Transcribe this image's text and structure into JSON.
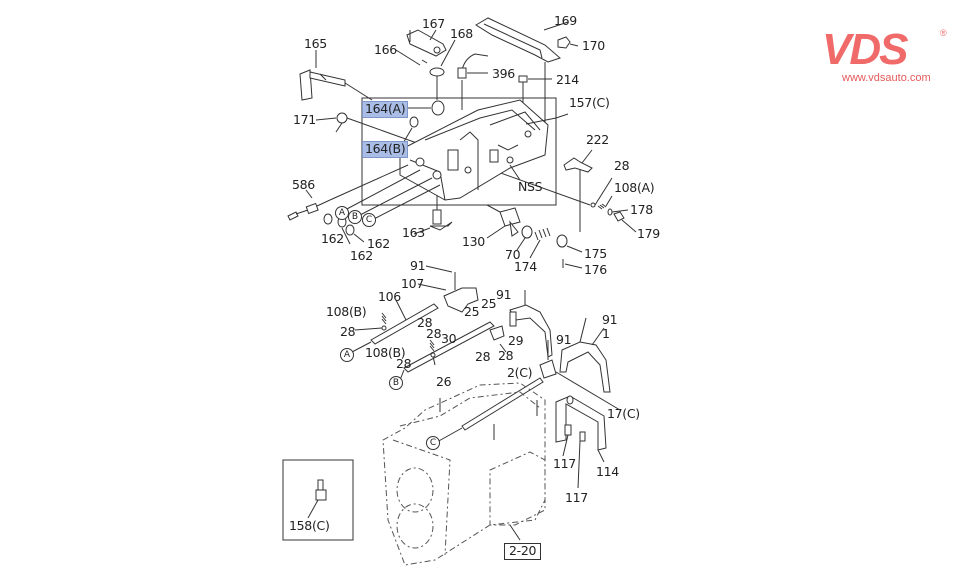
{
  "logo": {
    "brand": "VDS",
    "registered": "®",
    "url": "www.vdsauto.com",
    "color": "#f06a6a"
  },
  "diagram": {
    "title_ref": "2-20",
    "highlight_color": "#a9bde6",
    "labels": [
      {
        "id": "p167",
        "text": "167"
      },
      {
        "id": "p169",
        "text": "169"
      },
      {
        "id": "p165",
        "text": "165"
      },
      {
        "id": "p166",
        "text": "166"
      },
      {
        "id": "p168",
        "text": "168"
      },
      {
        "id": "p170",
        "text": "170"
      },
      {
        "id": "p396",
        "text": "396"
      },
      {
        "id": "p214",
        "text": "214"
      },
      {
        "id": "p164a",
        "text": "164(A)",
        "highlighted": true
      },
      {
        "id": "p157c",
        "text": "157(C)"
      },
      {
        "id": "p171",
        "text": "171"
      },
      {
        "id": "p164b",
        "text": "164(B)",
        "highlighted": true
      },
      {
        "id": "p222",
        "text": "222"
      },
      {
        "id": "p28a",
        "text": "28"
      },
      {
        "id": "p108a",
        "text": "108(A)"
      },
      {
        "id": "pnss",
        "text": "NSS"
      },
      {
        "id": "p178",
        "text": "178"
      },
      {
        "id": "p586",
        "text": "586"
      },
      {
        "id": "p179",
        "text": "179"
      },
      {
        "id": "p163",
        "text": "163"
      },
      {
        "id": "p130",
        "text": "130"
      },
      {
        "id": "p162a",
        "text": "162"
      },
      {
        "id": "p162b",
        "text": "162"
      },
      {
        "id": "p162c",
        "text": "162"
      },
      {
        "id": "p70",
        "text": "70"
      },
      {
        "id": "p175",
        "text": "175"
      },
      {
        "id": "p174",
        "text": "174"
      },
      {
        "id": "p176",
        "text": "176"
      },
      {
        "id": "p91a",
        "text": "91"
      },
      {
        "id": "p107",
        "text": "107"
      },
      {
        "id": "p91b",
        "text": "91"
      },
      {
        "id": "p106",
        "text": "106"
      },
      {
        "id": "p25a",
        "text": "25"
      },
      {
        "id": "p108b1",
        "text": "108(B)"
      },
      {
        "id": "p25b",
        "text": "25"
      },
      {
        "id": "p91c",
        "text": "91"
      },
      {
        "id": "p28b",
        "text": "28"
      },
      {
        "id": "p28c",
        "text": "28"
      },
      {
        "id": "p28d",
        "text": "28"
      },
      {
        "id": "p30",
        "text": "30"
      },
      {
        "id": "p1",
        "text": "1"
      },
      {
        "id": "p91d",
        "text": "91"
      },
      {
        "id": "p29",
        "text": "29"
      },
      {
        "id": "p108b2",
        "text": "108(B)"
      },
      {
        "id": "p28e",
        "text": "28"
      },
      {
        "id": "p28f",
        "text": "28"
      },
      {
        "id": "p28g",
        "text": "28"
      },
      {
        "id": "p26",
        "text": "26"
      },
      {
        "id": "p2c",
        "text": "2(C)"
      },
      {
        "id": "p17c",
        "text": "17(C)"
      },
      {
        "id": "p117a",
        "text": "117"
      },
      {
        "id": "p114",
        "text": "114"
      },
      {
        "id": "p117b",
        "text": "117"
      },
      {
        "id": "p158c",
        "text": "158(C)"
      }
    ],
    "markers": [
      {
        "id": "mA1",
        "text": "A"
      },
      {
        "id": "mB1",
        "text": "B"
      },
      {
        "id": "mC1",
        "text": "C"
      },
      {
        "id": "mA2",
        "text": "A"
      },
      {
        "id": "mB2",
        "text": "B"
      },
      {
        "id": "mC2",
        "text": "C"
      }
    ]
  }
}
